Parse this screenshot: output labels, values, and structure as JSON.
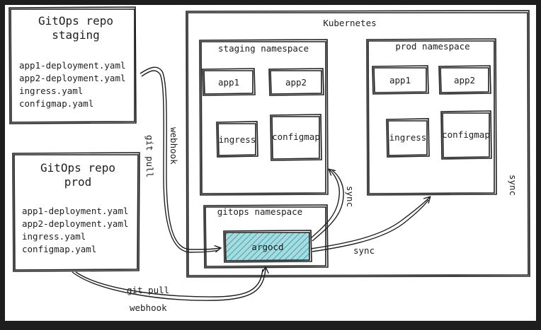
{
  "repos": {
    "staging": {
      "title_line1": "GitOps repo",
      "title_line2": "staging",
      "files": [
        "app1-deployment.yaml",
        "app2-deployment.yaml",
        "ingress.yaml",
        "configmap.yaml"
      ]
    },
    "prod": {
      "title_line1": "GitOps repo",
      "title_line2": "prod",
      "files": [
        "app1-deployment.yaml",
        "app2-deployment.yaml",
        "ingress.yaml",
        "configmap.yaml"
      ]
    }
  },
  "cluster": {
    "title": "Kubernetes",
    "staging_ns": {
      "title": "staging namespace",
      "app1": "app1",
      "app2": "app2",
      "ingress": "ingress",
      "configmap": "configmap"
    },
    "prod_ns": {
      "title": "prod namespace",
      "app1": "app1",
      "app2": "app2",
      "ingress": "ingress",
      "configmap": "configmap"
    },
    "gitops_ns": {
      "title": "gitops namespace",
      "argocd": "argocd"
    }
  },
  "edges": {
    "git_pull_staging": "git pull",
    "webhook_staging": "webhook",
    "git_pull_prod": "git pull",
    "webhook_prod": "webhook",
    "sync_staging": "sync",
    "sync_prod": "sync",
    "sync_right": "sync"
  },
  "colors": {
    "ink": "#1e1e1e",
    "argocd_fill": "#a8dbe0",
    "argocd_hatch": "#3aa3ad"
  }
}
